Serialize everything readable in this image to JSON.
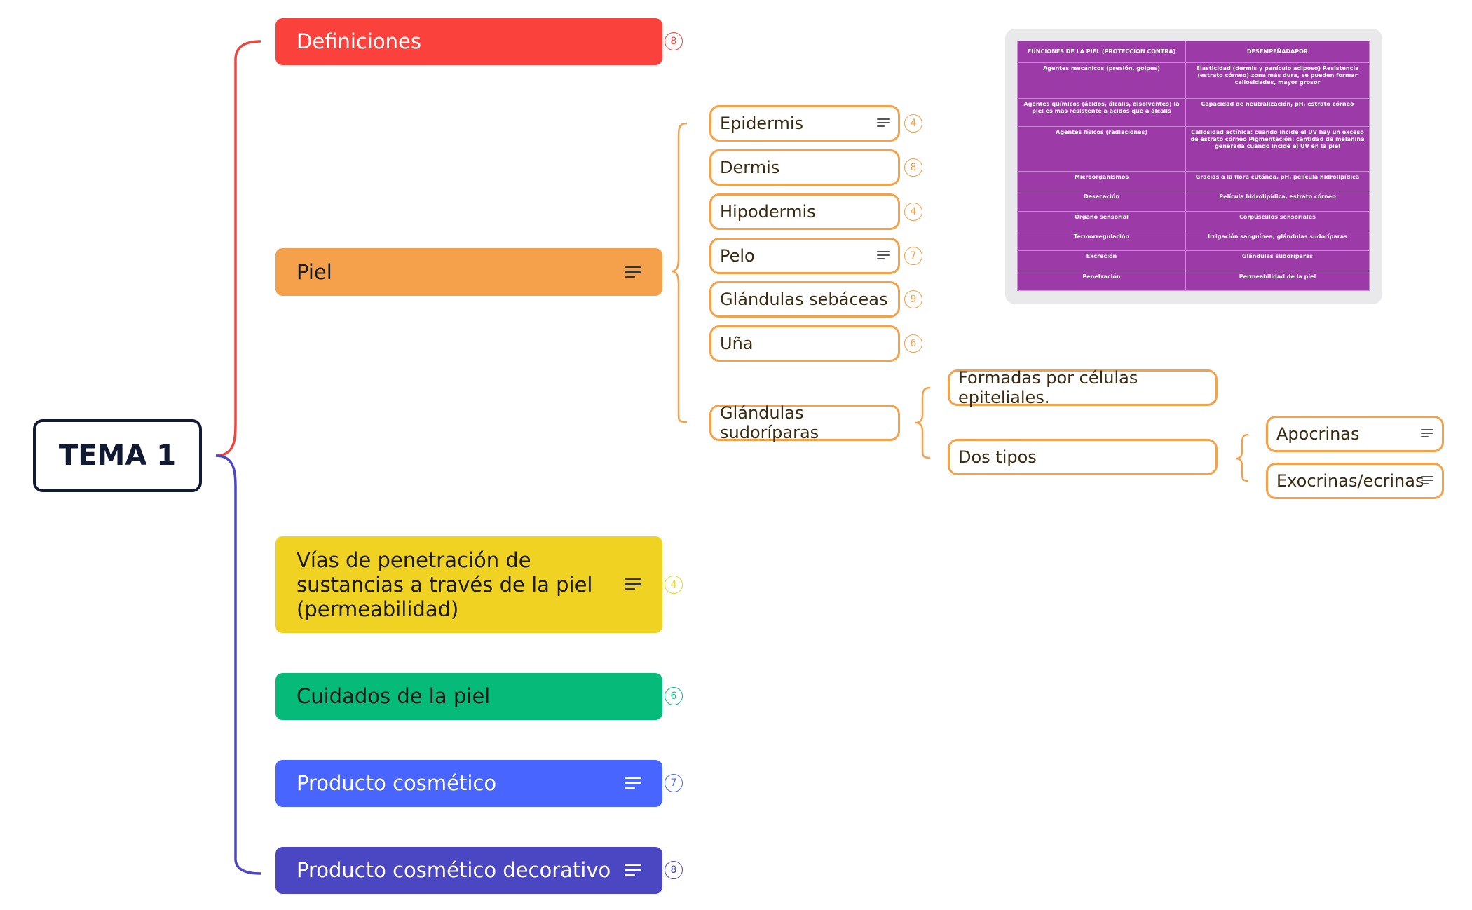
{
  "central": {
    "label": "TEMA 1"
  },
  "branches": [
    {
      "label": "Definiciones",
      "color": "#fb413c",
      "text_color": "#ffffff",
      "has_notes": false,
      "count": "8"
    },
    {
      "label": "Piel",
      "color": "#f5a04b",
      "text_color": "#1a1a1a",
      "has_notes": true,
      "count": ""
    },
    {
      "label": "Vías de penetración de sustancias a través de la piel (permeabilidad)",
      "color": "#f0d322",
      "text_color": "#1a1a1a",
      "has_notes": true,
      "count": "4"
    },
    {
      "label": "Cuidados de la piel",
      "color": "#06bb79",
      "text_color": "#1a1a1a",
      "has_notes": false,
      "count": "6"
    },
    {
      "label": "Producto cosmético",
      "color": "#4866ff",
      "text_color": "#ffffff",
      "has_notes": true,
      "count": "7"
    },
    {
      "label": "Producto cosmético decorativo",
      "color": "#4b46c2",
      "text_color": "#ffffff",
      "has_notes": true,
      "count": "8"
    }
  ],
  "piel_children": [
    {
      "label": "Epidermis",
      "has_notes": true,
      "count": "4"
    },
    {
      "label": "Dermis",
      "has_notes": false,
      "count": "8"
    },
    {
      "label": "Hipodermis",
      "has_notes": false,
      "count": "4"
    },
    {
      "label": "Pelo",
      "has_notes": true,
      "count": "7"
    },
    {
      "label": "Glándulas sebáceas",
      "has_notes": false,
      "count": "9"
    },
    {
      "label": "Uña",
      "has_notes": false,
      "count": "6"
    },
    {
      "label": "Glándulas sudoríparas",
      "has_notes": false,
      "count": ""
    }
  ],
  "sudoriparas_children": [
    {
      "label": "Formadas por células epiteliales."
    },
    {
      "label": "Dos tipos"
    }
  ],
  "dos_tipos_children": [
    {
      "label": "Apocrinas",
      "has_notes": true
    },
    {
      "label": "Exocrinas/ecrinas",
      "has_notes": true
    }
  ],
  "colors": {
    "piel_accent": "#f5a04b",
    "upper_connector": "#f0453f",
    "lower_connector": "#4b46c2",
    "table_bg": "#9c3aa8"
  },
  "functions_table": {
    "headers": [
      "FUNCIONES DE LA PIEL (PROTECCIÓN CONTRA)",
      "DESEMPEÑADAPOR"
    ],
    "rows": [
      [
        "Agentes mecánicos (presión, golpes)",
        "Elasticidad (dermis y panículo adiposo) Resistencia (estrato córneo) zona más dura, se pueden formar callosidades, mayor grosor"
      ],
      [
        "Agentes químicos (ácidos, álcalis, disolventes) la piel es más resistente a ácidos que a álcalis",
        "Capacidad de neutralización, pH, estrato córneo"
      ],
      [
        "Agentes físicos (radiaciones)",
        "Callosidad actínica: cuando incide el UV hay un exceso de estrato córneo Pigmentación: cantidad de melanina generada cuando incide el UV en la piel"
      ],
      [
        "Microorganismos",
        "Gracias a la flora cutánea, pH, película hidrolipídica"
      ],
      [
        "Desecación",
        "Película hidrolipídica, estrato córneo"
      ],
      [
        "Órgano sensorial",
        "Corpúsculos sensoriales"
      ],
      [
        "Termorregulación",
        "Irrigación sanguínea, glándulas sudoríparas"
      ],
      [
        "Excreción",
        "Glándulas sudoríparas"
      ],
      [
        "Penetración",
        "Permeabilidad de la piel"
      ]
    ]
  }
}
